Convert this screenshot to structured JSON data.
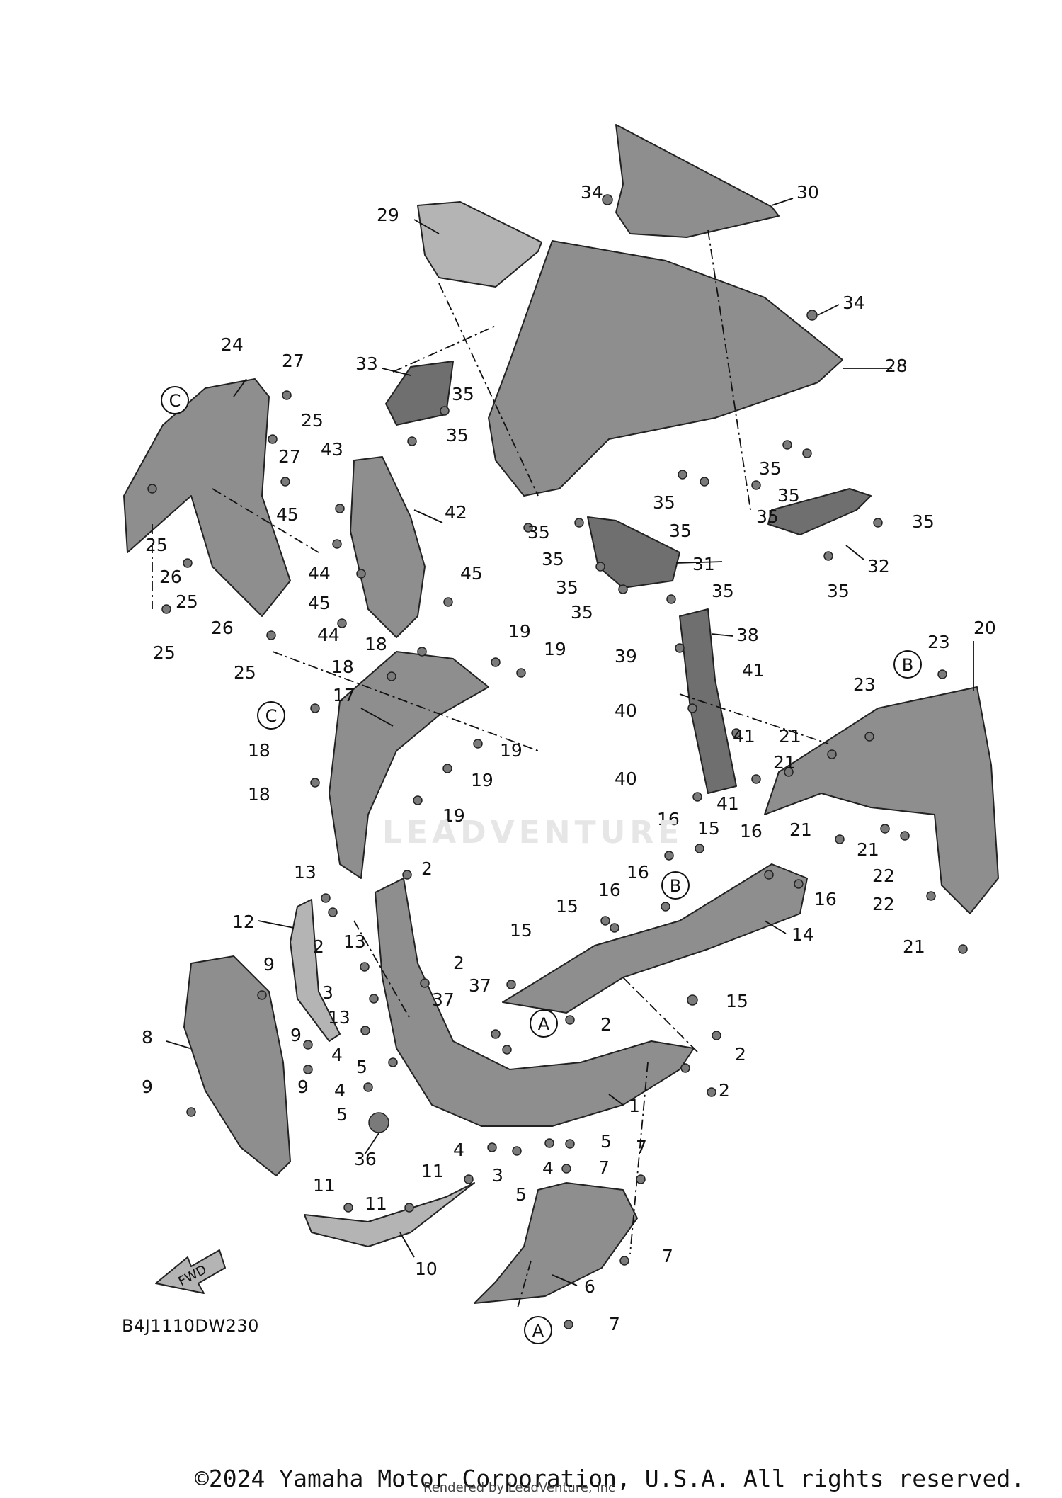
{
  "watermark": "LEADVENTURE",
  "diagram_code": "B4J1110DW230",
  "fwd_label": "FWD",
  "copyright": "©2024 Yamaha Motor Corporation, U.S.A. All rights reserved.",
  "render_credit": "Rendered by LeadVenture, Inc",
  "reference_letters": [
    "A",
    "B",
    "C"
  ],
  "callouts": [
    "1",
    "2",
    "3",
    "4",
    "5",
    "6",
    "7",
    "8",
    "9",
    "10",
    "11",
    "12",
    "13",
    "14",
    "15",
    "16",
    "17",
    "18",
    "19",
    "20",
    "21",
    "22",
    "23",
    "24",
    "25",
    "26",
    "27",
    "28",
    "29",
    "30",
    "31",
    "32",
    "33",
    "34",
    "35",
    "36",
    "37",
    "38",
    "39",
    "40",
    "41",
    "42",
    "43",
    "44",
    "45"
  ]
}
